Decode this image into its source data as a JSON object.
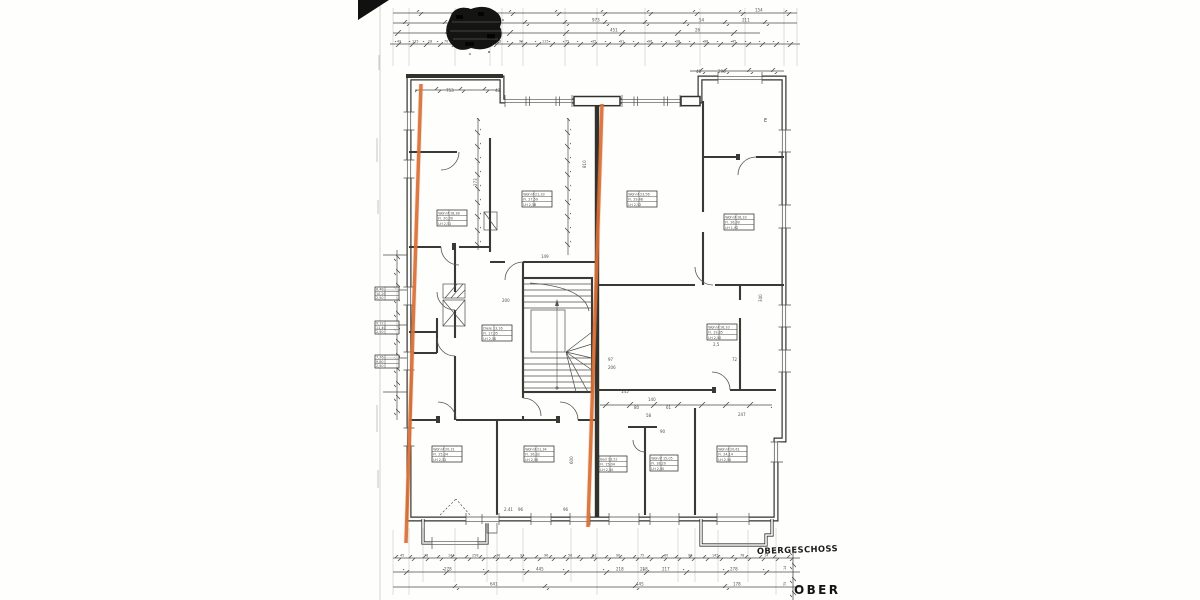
{
  "labels": {
    "handwritten_floor_label": "OBERGESCHOSS",
    "printed_floor_label": "OBER",
    "window_mark": "E"
  },
  "colors": {
    "highlighter_orange": "#d96f35",
    "wall_ink": "#32322d",
    "dim_ink": "#55544c",
    "paper": "#fcfcfa",
    "scribble": "#141412"
  },
  "top_dimensions": {
    "row1": [
      "735",
      "154"
    ],
    "row2": [
      "208",
      "973",
      "54",
      "211"
    ],
    "row3": [
      "195",
      "451",
      "26"
    ],
    "row4": [
      "49",
      "135",
      "28",
      "70",
      "26",
      "57",
      "78",
      "92",
      "115",
      "75",
      "35",
      "91",
      "96",
      "28",
      "98",
      "45"
    ]
  },
  "bottom_dimensions": {
    "row1": [
      "45",
      "78",
      "144",
      "258",
      "36",
      "97",
      "96",
      "58",
      "61",
      "90",
      "75",
      "60",
      "96",
      "145",
      "78",
      "14"
    ],
    "row2": [
      "278",
      "445",
      "218",
      "258",
      "217",
      "278"
    ],
    "row3": [
      "641",
      "445",
      "178"
    ],
    "side_column": [
      "14",
      "75"
    ]
  },
  "plan_dimensions": [
    "753",
    "48",
    "48",
    "296",
    "273",
    "810",
    "200",
    "149",
    "97",
    "206",
    "140",
    "90",
    "247",
    "61",
    "80",
    "96",
    "2.41",
    "96",
    "600",
    "340",
    "2,5",
    "58",
    "72",
    "145"
  ],
  "room_stamps": [
    {
      "rows": [
        "Wohnf 18,38",
        "Fl. 20,00",
        "LH 2,51"
      ]
    },
    {
      "rows": [
        "Wohnf 21,33",
        "Fl. 27,59",
        "LH 2,58"
      ]
    },
    {
      "rows": [
        "Wohnf 23,56",
        "Fl. 29,48",
        "LH 2,52"
      ]
    },
    {
      "rows": [
        "Wohnf 16,33",
        "Fl. 26,00",
        "LH 1,92"
      ]
    },
    {
      "rows": [
        "Diele 13,16",
        "Fl. 17,05",
        "LH 2,50"
      ]
    },
    {
      "rows": [
        "Wohnf 20,31",
        "Fl. 25,04",
        "LH 2,51"
      ]
    },
    {
      "rows": [
        "Wohnf 21,34",
        "Fl. 26,32",
        "LH 2,50"
      ]
    },
    {
      "rows": [
        "Bad 13,22",
        "Fl. 15,04",
        "LH 2,50"
      ]
    },
    {
      "rows": [
        "Wohnf 15,05",
        "Fl. 18,20",
        "LH 2,50"
      ]
    },
    {
      "rows": [
        "Wohnf 16,10",
        "Fl. 19,85",
        "LH 2,50"
      ]
    },
    {
      "rows": [
        "Wohnf 20,61",
        "Fl. 24,14",
        "LH 2,50"
      ]
    }
  ],
  "margin_stamps": [
    {
      "rows": [
        "8,48",
        "10,20",
        "2,50"
      ]
    },
    {
      "rows": [
        "9,12",
        "11,40",
        "2,50"
      ]
    },
    {
      "rows": [
        "7,26",
        "9,80",
        "2,50"
      ]
    }
  ]
}
